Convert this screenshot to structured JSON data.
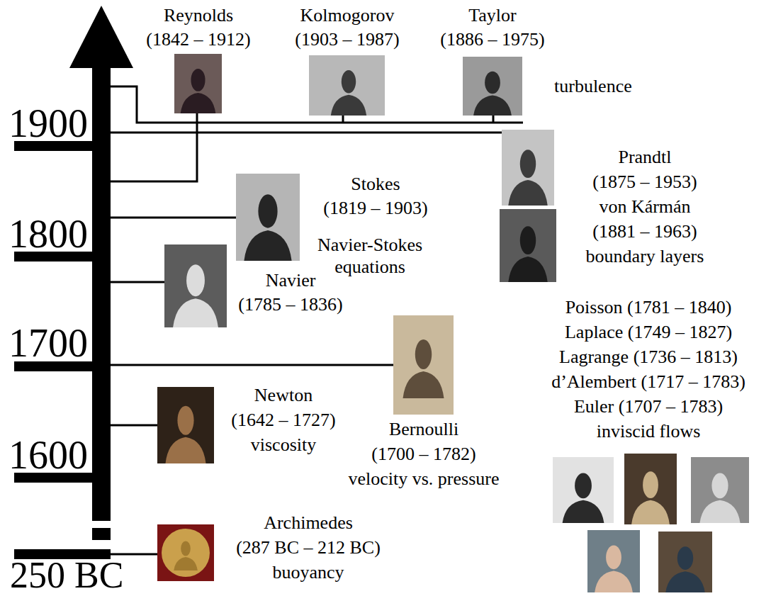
{
  "diagram": {
    "labels": [
      "1900",
      "1800",
      "1700",
      "1600",
      "250 BC",
      "Reynolds",
      "(1842 – 1912)",
      "Kolmogorov",
      "(1903 – 1987)",
      "Taylor",
      "(1886 – 1975)",
      "turbulence",
      "Prandtl",
      "(1875 – 1953)",
      "von Kármán",
      "(1881 – 1963)",
      "boundary layers",
      "Stokes",
      "(1819 – 1903)",
      "Navier-Stokes equations",
      "Navier",
      "(1785 – 1836)",
      "Poisson (1781 – 1840)",
      "Laplace (1749 – 1827)",
      "Lagrange (1736 – 1813)",
      "d’Alembert (1717 – 1783)",
      "Euler (1707 – 1783)",
      "inviscid flows",
      "Newton",
      "(1642 – 1727)",
      "viscosity",
      "Bernoulli",
      "(1700 – 1782)",
      "velocity vs. pressure",
      "Archimedes",
      "(287 BC – 212 BC)",
      "buoyancy"
    ]
  }
}
